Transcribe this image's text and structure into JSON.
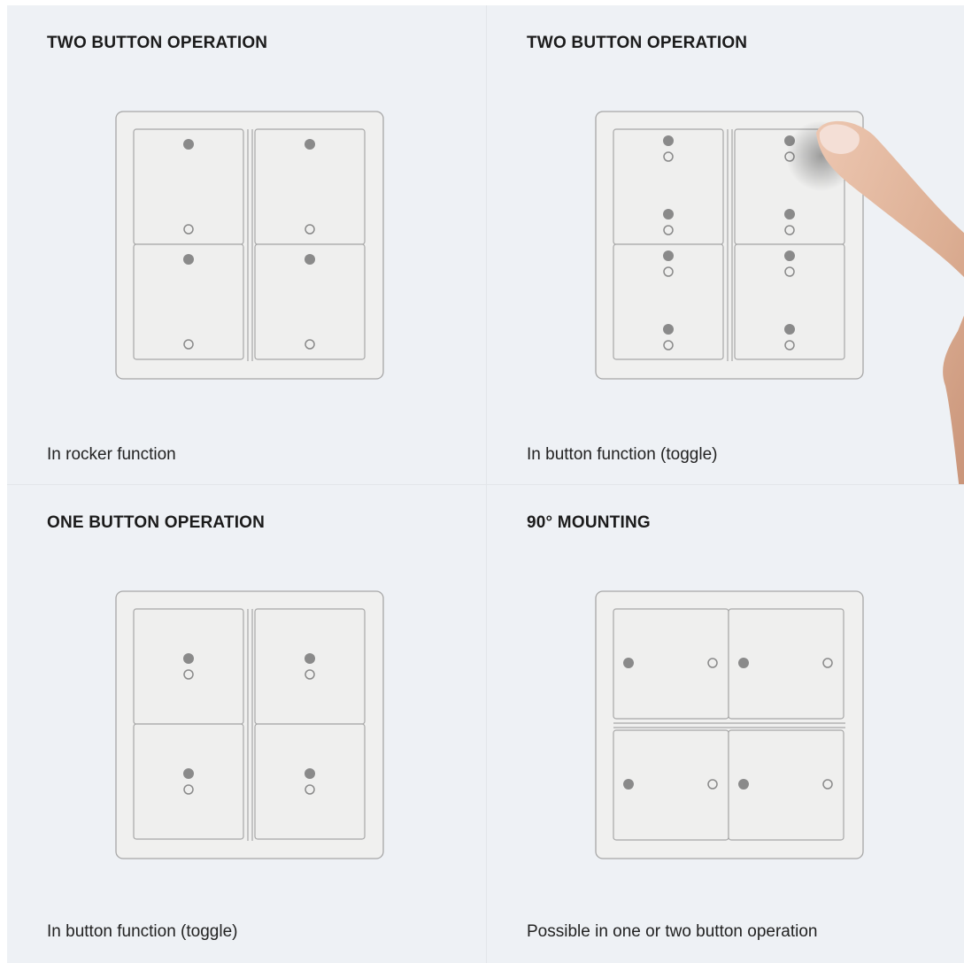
{
  "panels": [
    {
      "title": "TWO BUTTON OPERATION",
      "caption": "In rocker function",
      "mode": "rocker"
    },
    {
      "title": "TWO BUTTON OPERATION",
      "caption": "In button function (toggle)",
      "mode": "toggle"
    },
    {
      "title": "ONE BUTTON OPERATION",
      "caption": "In button function (toggle)",
      "mode": "single"
    },
    {
      "title": "90° MOUNTING",
      "caption": "Possible in one or two button operation",
      "mode": "rotated"
    }
  ],
  "colors": {
    "background": "#eef1f5",
    "frame": "#f0f0ef",
    "outline": "#a7a7a7",
    "led_filled": "#8a8a8a",
    "led_ring": "#8a8a8a",
    "finger": "#e3b9a1"
  },
  "icons": [
    "switch-diagram",
    "led-indicator",
    "finger-pointer"
  ]
}
